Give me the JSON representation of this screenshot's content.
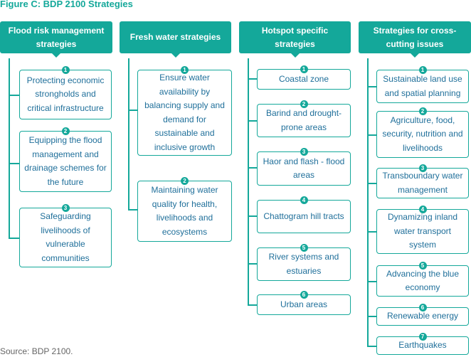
{
  "figure": {
    "title": "Figure C: BDP 2100 Strategies",
    "source": "Source: BDP 2100."
  },
  "columns": [
    {
      "heading": "Flood risk management strategies",
      "items": [
        {
          "number": "1",
          "label": "Protecting economic strongholds and critical infrastructure"
        },
        {
          "number": "2",
          "label": "Equipping the flood management and drainage schemes for the future"
        },
        {
          "number": "3",
          "label": "Safeguarding livelihoods of vulnerable communities"
        }
      ]
    },
    {
      "heading": "Fresh water strategies",
      "items": [
        {
          "number": "1",
          "label": "Ensure water availability by balancing supply and demand for sustainable and inclusive growth"
        },
        {
          "number": "2",
          "label": "Maintaining water quality for health, livelihoods and ecosystems"
        }
      ]
    },
    {
      "heading": "Hotspot specific strategies",
      "items": [
        {
          "number": "1",
          "label": "Coastal zone"
        },
        {
          "number": "2",
          "label": "Barind and drought-prone areas"
        },
        {
          "number": "3",
          "label": "Haor and flash - flood areas"
        },
        {
          "number": "4",
          "label": "Chattogram hill tracts"
        },
        {
          "number": "5",
          "label": "River systems and estuaries"
        },
        {
          "number": "6",
          "label": "Urban areas"
        }
      ]
    },
    {
      "heading": "Strategies for cross-cutting issues",
      "items": [
        {
          "number": "1",
          "label": "Sustainable land use and spatial planning"
        },
        {
          "number": "2",
          "label": "Agriculture, food, security, nutrition and livelihoods"
        },
        {
          "number": "3",
          "label": "Transboundary water management"
        },
        {
          "number": "4",
          "label": "Dynamizing inland water transport system"
        },
        {
          "number": "5",
          "label": "Advancing the blue economy"
        },
        {
          "number": "6",
          "label": "Renewable energy"
        },
        {
          "number": "7",
          "label": "Earthquakes"
        }
      ]
    }
  ]
}
